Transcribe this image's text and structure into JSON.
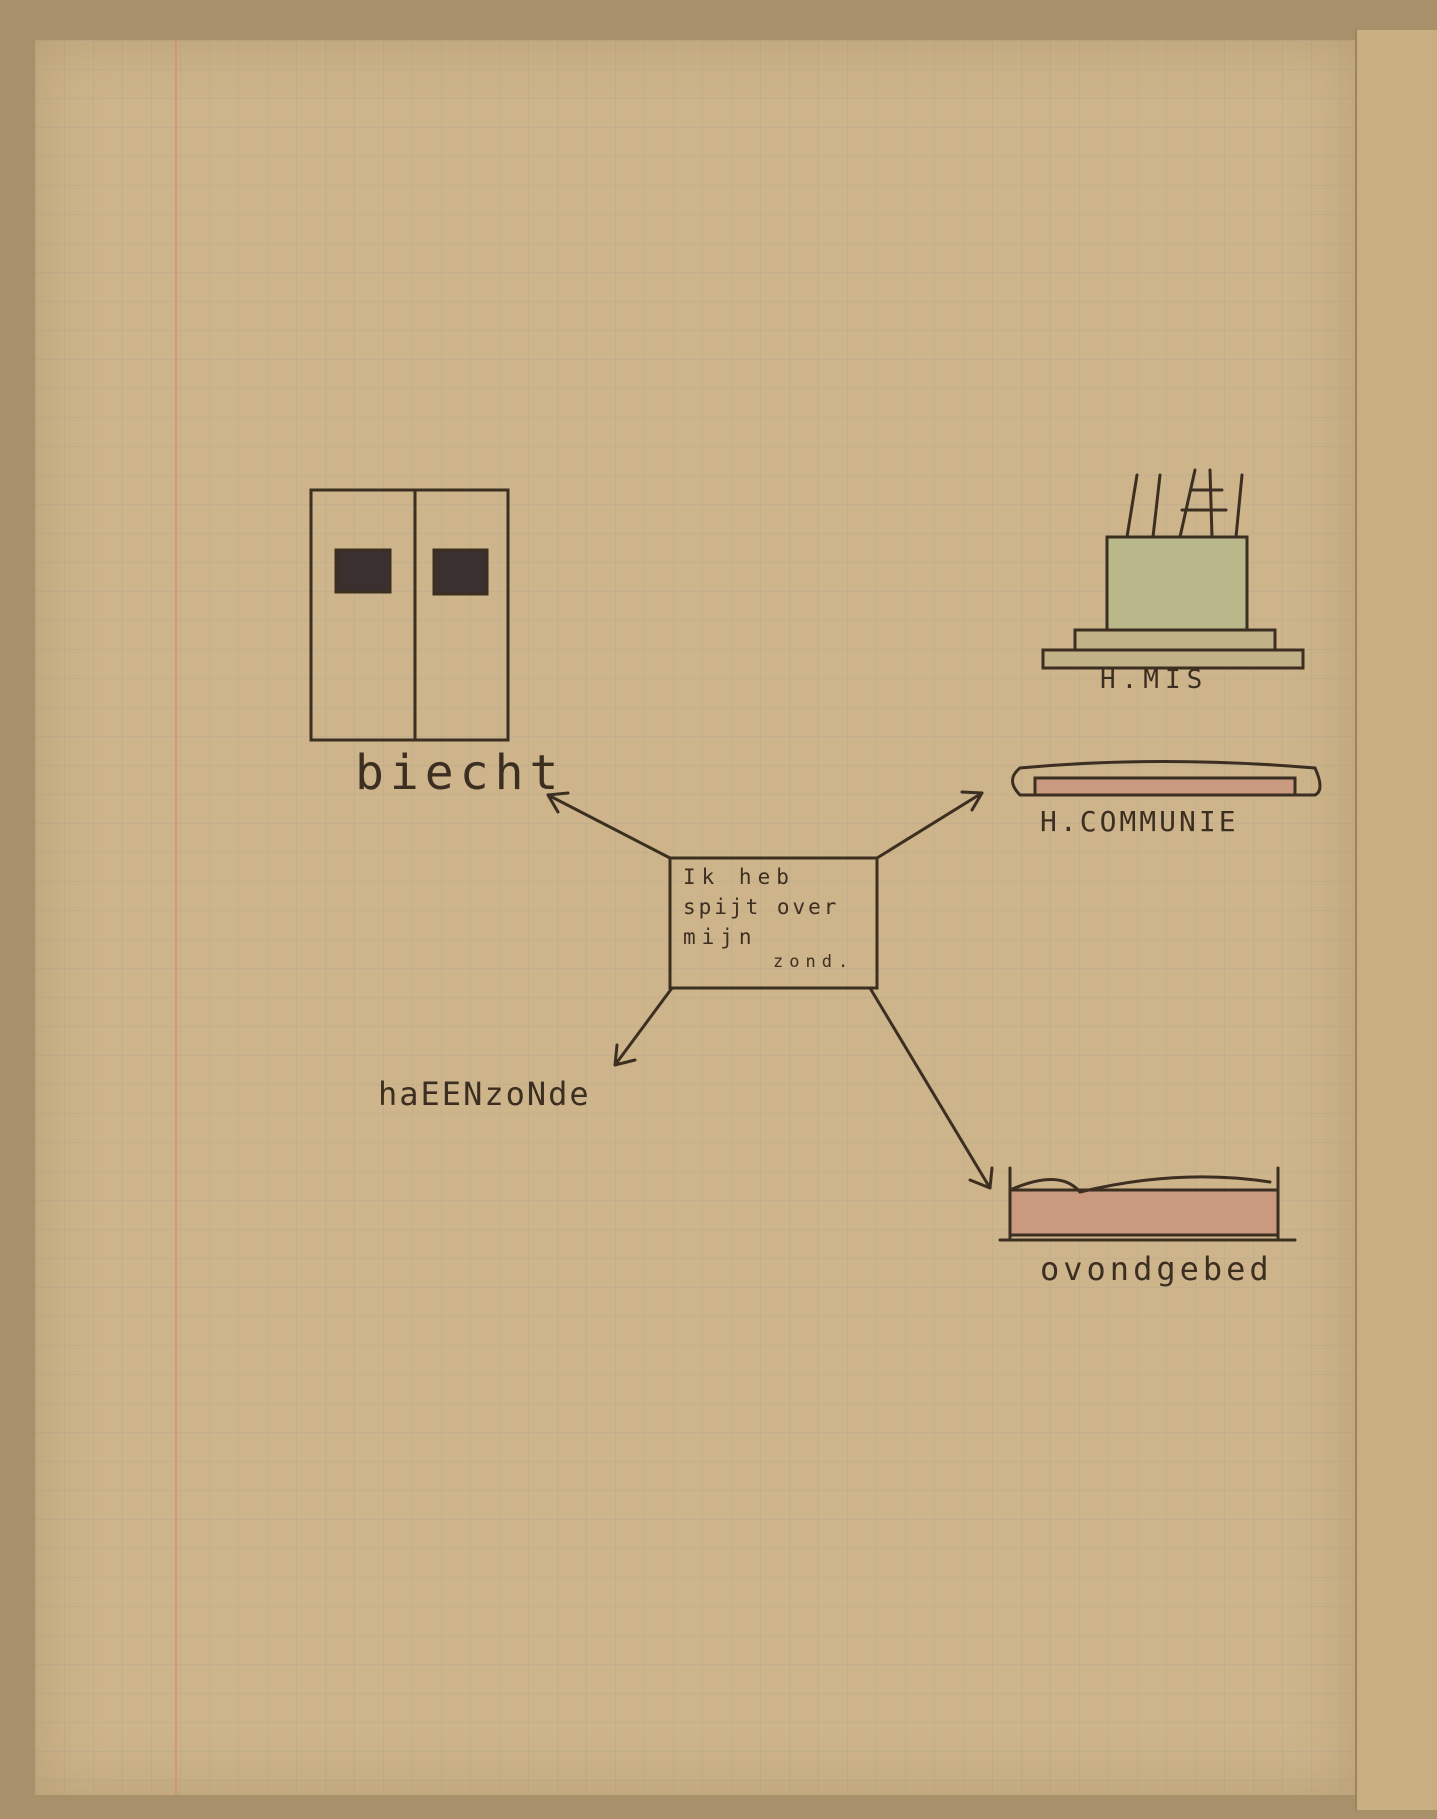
{
  "center_node": {
    "lines": [
      "Ik heb",
      "spijt over",
      "mijn",
      "zond."
    ]
  },
  "branches": [
    {
      "label": "biecht",
      "drawing": "confessional-icon"
    },
    {
      "label": "H.MIS",
      "drawing": "altar-icon"
    },
    {
      "label": "H.COMMUNIE",
      "drawing": "communion-rail-icon"
    },
    {
      "label": "haEENzoNde",
      "drawing": "none"
    },
    {
      "label": "ovondgebed",
      "drawing": "bed-icon"
    }
  ],
  "colors": {
    "paper": "#cdb48a",
    "ink": "#3c2f22",
    "margin": "#d88c6a",
    "altar_fill": "#b8b88a",
    "rail_fill": "#c99a80"
  }
}
